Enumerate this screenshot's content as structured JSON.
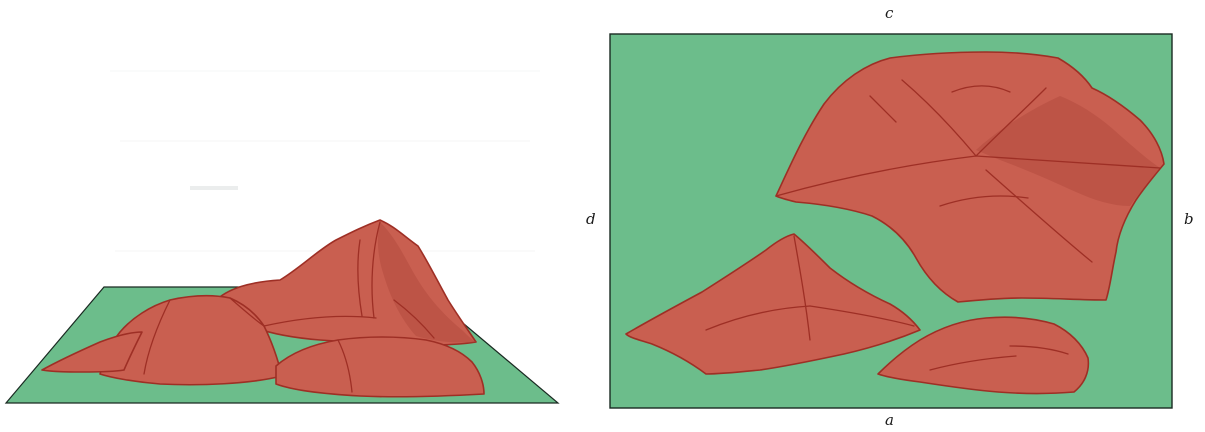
{
  "figure": {
    "colors": {
      "base_plane": "#6cbd8b",
      "base_border": "#1a2a22",
      "fragment_fill": "#c95f50",
      "fragment_shade": "#b24a3e",
      "fragment_edge": "#9e2f25",
      "background": "#ffffff"
    },
    "left_panel": {
      "view": "perspective",
      "pieces": 4
    },
    "right_panel": {
      "view": "top-down",
      "pieces": 3,
      "edge_labels": {
        "top": "c",
        "right": "b",
        "bottom": "a",
        "left": "d"
      }
    }
  }
}
